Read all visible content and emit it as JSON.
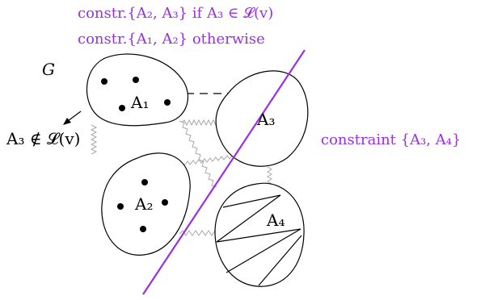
{
  "colors": {
    "constraint": "#9b30e0",
    "ink": "#000000",
    "edge_wavy": "#a8a8a8"
  },
  "labels": {
    "graph": "G",
    "a1": "A₁",
    "a2": "A₂",
    "a3": "A₃",
    "a4": "A₄",
    "not_in_list": "A₃ ∉ 𝓛(v)",
    "constraint_line1": "constr.{A₂, A₃} if A₃ ∈ 𝓛(v)",
    "constraint_line2": "constr.{A₁, A₂} otherwise",
    "constraint_right": "constraint {A₃, A₄}"
  }
}
